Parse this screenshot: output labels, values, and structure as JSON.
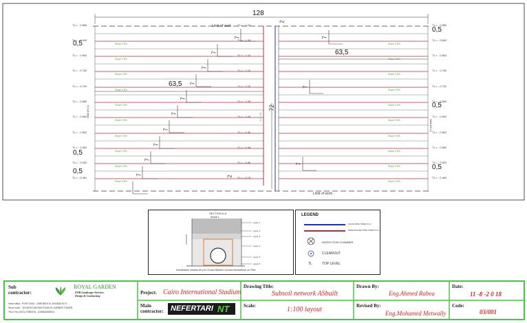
{
  "plan": {
    "total_width": "128",
    "limit_top": "Limit of work",
    "limit_bottom": "Limit of work",
    "dim_left": "63,5",
    "dim_right": "63,5",
    "slope_label": "Slope 0.5%",
    "pipe_text": "7",
    "center_pipe": "72",
    "center_small": "7",
    "wall_left": "Wall (H=1)",
    "wall_right": "Wall (H=1)",
    "center_vert_text": "TL 1.24",
    "center_top_small": "2",
    "center_bottom_small": "2",
    "left_levels": [
      "T.L= - 0.850",
      "T.L= - 0.940",
      "T.L= - 0.802",
      "T.L= - 0.762",
      "T.L= - 0.722",
      "T.L= - 0.682",
      "T.L= - 0.642",
      "T.L= - 0.602",
      "T.L= - 0.562",
      "T.L= - 0.522",
      "T.L= - 0.481"
    ],
    "right_levels": [
      "T.L= - 0.850",
      "T.L= - 0.842",
      "T.L= - 0.802",
      "T.L= - 0.762",
      "T.L= - 0.722",
      "T.L= - 0.682",
      "T.L= - 0.642",
      "T.L= - 0.602",
      "T.L= - 0.562",
      "T.L= - 0.522",
      "T.L= - 0.481"
    ],
    "center_levels": [
      "T.L= - 1.24",
      "T.L= - 1.28",
      "T.L= - 1.24",
      "T.L= - 1.16",
      "T.L= - 1.16",
      "T.L= - 1.06",
      "T.L= - 1.04",
      "T.L= - 0.96",
      "T.L= - 0.94",
      "T.L= - 0.86",
      "T.L= - 0.78"
    ],
    "left_half_vals": [
      "0,5",
      "0,5",
      "0,5"
    ],
    "right_half_vals": [
      "0,5",
      "0,5",
      "0,5"
    ]
  },
  "detail": {
    "section_title": "SECTION A-A",
    "section_sub": "detail 1",
    "caption": "Installation details as per Grass Master recommendations on Site",
    "layers": [
      "Layer 1",
      "Layer 2",
      "Layer 3",
      "Layer 4",
      "Layer 5",
      "Layer 6"
    ]
  },
  "legend": {
    "title": "LEGEND",
    "items": [
      {
        "color": "#1f2fa8",
        "text": "SOLID PIPE 75MM P.V.C"
      },
      {
        "color": "#c0283a",
        "text": "PERFORATED PIPE 75MM P.V.C"
      }
    ],
    "inspection": "INSPECTION CHAMBER",
    "cleanout": "CLEANOUT",
    "tl_symbol": "TL",
    "tl_text": "TOP LEVEL"
  },
  "titleblock": {
    "sub_label": "Sub contractor:",
    "company": "ROYAL GARDEN",
    "company_sub1": "FOR Landscape-Services",
    "company_sub2": "Design & Contracting",
    "address1": "Head office : PORT SAID - OMR BIRS EL KHATAB ELY1",
    "address2": "Show room : 119 MOH DIM RAS ROAD EL KARNEE TOWER",
    "address3": "Tel & Fax (2/02) 27580316 - (2/066)3263813",
    "project_label": "Project:",
    "project_value": "Cairo International Stadium",
    "main_label": "Main contractor:",
    "main_logo": "NEFERTARI",
    "main_logo2": "NT",
    "drawing_label": "Drawing Title:",
    "drawing_value": "Subsoil network ASbuilt",
    "scale_label": "Scale:",
    "scale_value": "1:100 layout",
    "drawn_label": "Drawn By:",
    "drawn_value": "Eng.Ahmed Rabea",
    "revised_label": "Revised By:",
    "revised_value": "Eng.Mohamed Metwally",
    "date_label": "Date:",
    "date_value": "11 -8 -2 0 18",
    "code_label": "Code:",
    "code_value": "03/001"
  }
}
